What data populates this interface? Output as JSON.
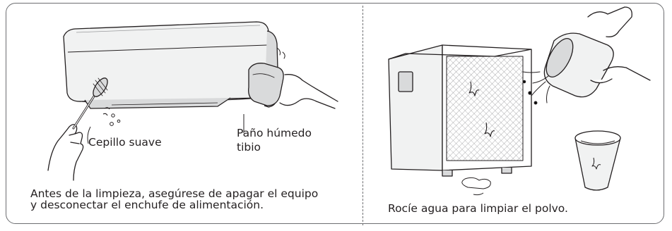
{
  "left_panel": {
    "brush_label": "Cepillo suave",
    "cloth_label_line1": "Paño húmedo",
    "cloth_label_line2": "tibio",
    "caption_line1": "Antes de la limpieza, asegúrese de apagar el equipo",
    "caption_line2": "y desconectar el enchufe de alimentación."
  },
  "right_panel": {
    "caption": "Rocíe agua para limpiar el polvo."
  },
  "colors": {
    "line": "#231f20",
    "frame": "#6d6e71",
    "fill_light": "#f1f2f2",
    "fill_shade": "#d9dadb"
  }
}
